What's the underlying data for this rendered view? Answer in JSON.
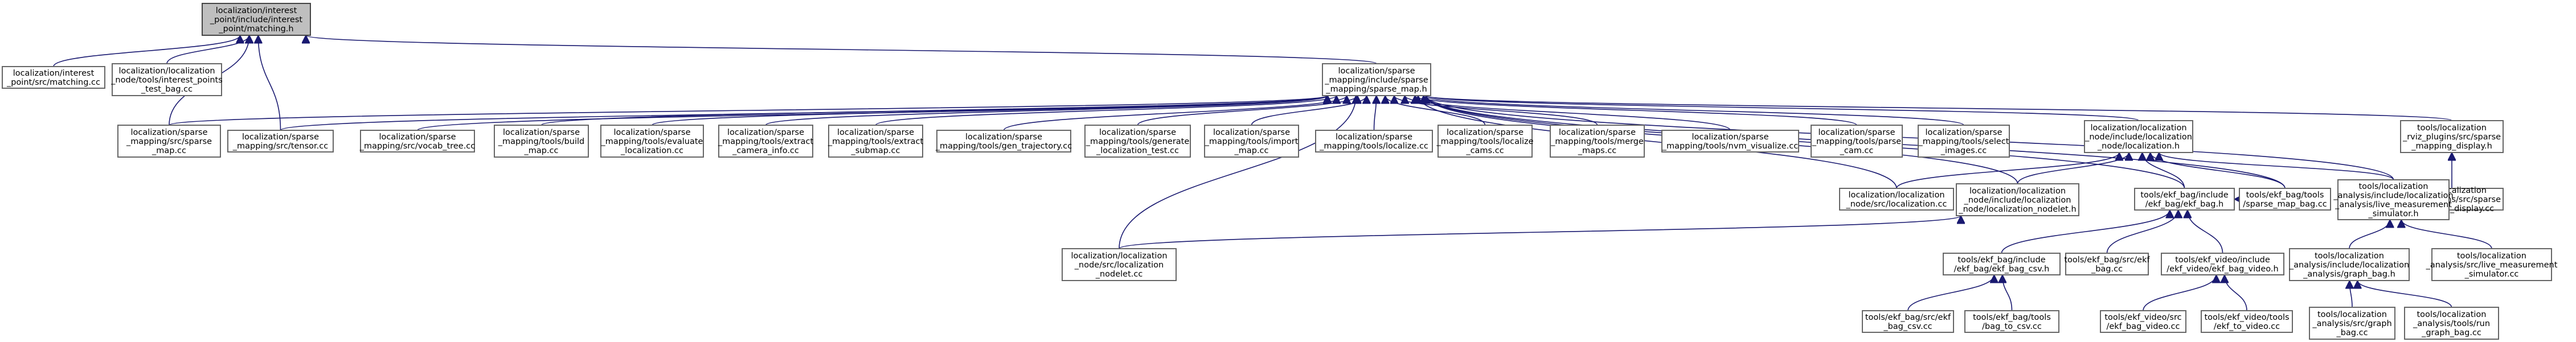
{
  "colors": {
    "edge": "#191970",
    "node_border": "#666666",
    "root_fill": "#bfbfbf",
    "node_fill": "#ffffff"
  },
  "nodes": [
    {
      "id": "root",
      "lines": [
        "localization/interest",
        "_point/include/interest",
        "_point/matching.h"
      ]
    },
    {
      "id": "ip_matching",
      "lines": [
        "localization/interest",
        "_point/src/matching.cc"
      ]
    },
    {
      "id": "ip_test_bag",
      "lines": [
        "localization/localization",
        "_node/tools/interest_points",
        "_test_bag.cc"
      ]
    },
    {
      "id": "sparse_map_h",
      "lines": [
        "localization/sparse",
        "_mapping/include/sparse",
        "_mapping/sparse_map.h"
      ]
    },
    {
      "id": "sm_sparse_map_cc",
      "lines": [
        "localization/sparse",
        "_mapping/src/sparse",
        "_map.cc"
      ]
    },
    {
      "id": "sm_tensor",
      "lines": [
        "localization/sparse",
        "_mapping/src/tensor.cc"
      ]
    },
    {
      "id": "sm_vocab_tree",
      "lines": [
        "localization/sparse",
        "_mapping/src/vocab_tree.cc"
      ]
    },
    {
      "id": "sm_build_map",
      "lines": [
        "localization/sparse",
        "_mapping/tools/build",
        "_map.cc"
      ]
    },
    {
      "id": "sm_evaluate_loc",
      "lines": [
        "localization/sparse",
        "_mapping/tools/evaluate",
        "_localization.cc"
      ]
    },
    {
      "id": "sm_extract_cam",
      "lines": [
        "localization/sparse",
        "_mapping/tools/extract",
        "_camera_info.cc"
      ]
    },
    {
      "id": "sm_extract_submap",
      "lines": [
        "localization/sparse",
        "_mapping/tools/extract",
        "_submap.cc"
      ]
    },
    {
      "id": "sm_gen_traj",
      "lines": [
        "localization/sparse",
        "_mapping/tools/gen_trajectory.cc"
      ]
    },
    {
      "id": "sm_gen_loc_test",
      "lines": [
        "localization/sparse",
        "_mapping/tools/generate",
        "_localization_test.cc"
      ]
    },
    {
      "id": "sm_import_map",
      "lines": [
        "localization/sparse",
        "_mapping/tools/import",
        "_map.cc"
      ]
    },
    {
      "id": "sm_localize",
      "lines": [
        "localization/sparse",
        "_mapping/tools/localize.cc"
      ]
    },
    {
      "id": "sm_localize_cams",
      "lines": [
        "localization/sparse",
        "_mapping/tools/localize",
        "_cams.cc"
      ]
    },
    {
      "id": "sm_merge_maps",
      "lines": [
        "localization/sparse",
        "_mapping/tools/merge",
        "_maps.cc"
      ]
    },
    {
      "id": "sm_nvm_visualize",
      "lines": [
        "localization/sparse",
        "_mapping/tools/nvm_visualize.cc"
      ]
    },
    {
      "id": "sm_parse_cam",
      "lines": [
        "localization/sparse",
        "_mapping/tools/parse",
        "_cam.cc"
      ]
    },
    {
      "id": "sm_select_images",
      "lines": [
        "localization/sparse",
        "_mapping/tools/select",
        "_images.cc"
      ]
    },
    {
      "id": "ln_localization_h",
      "lines": [
        "localization/localization",
        "_node/include/localization",
        "_node/localization.h"
      ]
    },
    {
      "id": "rviz_display_h",
      "lines": [
        "tools/localization",
        "_rviz_plugins/src/sparse",
        "_mapping_display.h"
      ]
    },
    {
      "id": "rviz_display_cc",
      "lines": [
        "tools/localization",
        "_rviz_plugins/src/sparse",
        "_mapping_display.cc"
      ]
    },
    {
      "id": "ln_localization_cc",
      "lines": [
        "localization/localization",
        "_node/src/localization.cc"
      ]
    },
    {
      "id": "ln_nodelet_h",
      "lines": [
        "localization/localization",
        "_node/include/localization",
        "_node/localization_nodelet.h"
      ]
    },
    {
      "id": "ekf_bag_h",
      "lines": [
        "tools/ekf_bag/include",
        "/ekf_bag/ekf_bag.h"
      ]
    },
    {
      "id": "sparse_map_bag",
      "lines": [
        "tools/ekf_bag/tools",
        "/sparse_map_bag.cc"
      ]
    },
    {
      "id": "live_sim_h",
      "lines": [
        "tools/localization",
        "_analysis/include/localization",
        "_analysis/live_measurement",
        "_simulator.h"
      ]
    },
    {
      "id": "ln_nodelet_cc",
      "lines": [
        "localization/localization",
        "_node/src/localization",
        "_nodelet.cc"
      ]
    },
    {
      "id": "ekf_bag_csv_h",
      "lines": [
        "tools/ekf_bag/include",
        "/ekf_bag/ekf_bag_csv.h"
      ]
    },
    {
      "id": "ekf_bag_cc",
      "lines": [
        "tools/ekf_bag/src/ekf",
        "_bag.cc"
      ]
    },
    {
      "id": "ekf_video_h",
      "lines": [
        "tools/ekf_video/include",
        "/ekf_video/ekf_bag_video.h"
      ]
    },
    {
      "id": "graph_bag_h",
      "lines": [
        "tools/localization",
        "_analysis/include/localization",
        "_analysis/graph_bag.h"
      ]
    },
    {
      "id": "live_sim_cc",
      "lines": [
        "tools/localization",
        "_analysis/src/live_measurement",
        "_simulator.cc"
      ]
    },
    {
      "id": "ekf_bag_csv_cc",
      "lines": [
        "tools/ekf_bag/src/ekf",
        "_bag_csv.cc"
      ]
    },
    {
      "id": "bag_to_csv",
      "lines": [
        "tools/ekf_bag/tools",
        "/bag_to_csv.cc"
      ]
    },
    {
      "id": "ekf_bag_video_cc",
      "lines": [
        "tools/ekf_video/src",
        "/ekf_bag_video.cc"
      ]
    },
    {
      "id": "ekf_to_video",
      "lines": [
        "tools/ekf_video/tools",
        "/ekf_to_video.cc"
      ]
    },
    {
      "id": "graph_bag_cc",
      "lines": [
        "tools/localization",
        "_analysis/src/graph",
        "_bag.cc"
      ]
    },
    {
      "id": "run_graph_bag",
      "lines": [
        "tools/localization",
        "_analysis/tools/run",
        "_graph_bag.cc"
      ]
    }
  ],
  "edges": [
    [
      "root",
      "ip_matching"
    ],
    [
      "root",
      "ip_test_bag"
    ],
    [
      "root",
      "sparse_map_h"
    ],
    [
      "root",
      "sm_sparse_map_cc"
    ],
    [
      "root",
      "sm_tensor"
    ],
    [
      "sparse_map_h",
      "sm_sparse_map_cc"
    ],
    [
      "sparse_map_h",
      "sm_tensor"
    ],
    [
      "sparse_map_h",
      "sm_vocab_tree"
    ],
    [
      "sparse_map_h",
      "sm_build_map"
    ],
    [
      "sparse_map_h",
      "sm_evaluate_loc"
    ],
    [
      "sparse_map_h",
      "sm_extract_cam"
    ],
    [
      "sparse_map_h",
      "sm_extract_submap"
    ],
    [
      "sparse_map_h",
      "sm_gen_traj"
    ],
    [
      "sparse_map_h",
      "sm_gen_loc_test"
    ],
    [
      "sparse_map_h",
      "sm_import_map"
    ],
    [
      "sparse_map_h",
      "sm_localize"
    ],
    [
      "sparse_map_h",
      "sm_localize_cams"
    ],
    [
      "sparse_map_h",
      "sm_merge_maps"
    ],
    [
      "sparse_map_h",
      "sm_nvm_visualize"
    ],
    [
      "sparse_map_h",
      "sm_parse_cam"
    ],
    [
      "sparse_map_h",
      "sm_select_images"
    ],
    [
      "sparse_map_h",
      "ln_localization_h"
    ],
    [
      "sparse_map_h",
      "rviz_display_h"
    ],
    [
      "sparse_map_h",
      "ln_localization_cc"
    ],
    [
      "sparse_map_h",
      "ln_nodelet_h"
    ],
    [
      "sparse_map_h",
      "ekf_bag_h"
    ],
    [
      "sparse_map_h",
      "sparse_map_bag"
    ],
    [
      "sparse_map_h",
      "live_sim_h"
    ],
    [
      "sparse_map_h",
      "ln_nodelet_cc"
    ],
    [
      "ln_localization_h",
      "ln_localization_cc"
    ],
    [
      "ln_localization_h",
      "ln_nodelet_h"
    ],
    [
      "ln_localization_h",
      "ekf_bag_h"
    ],
    [
      "ln_localization_h",
      "sparse_map_bag"
    ],
    [
      "ln_localization_h",
      "live_sim_h"
    ],
    [
      "rviz_display_h",
      "rviz_display_cc"
    ],
    [
      "ln_nodelet_h",
      "ln_nodelet_cc"
    ],
    [
      "ekf_bag_h",
      "ekf_bag_csv_h"
    ],
    [
      "ekf_bag_h",
      "ekf_bag_cc"
    ],
    [
      "ekf_bag_h",
      "ekf_video_h"
    ],
    [
      "ekf_bag_h",
      "sparse_map_bag"
    ],
    [
      "live_sim_h",
      "graph_bag_h"
    ],
    [
      "live_sim_h",
      "live_sim_cc"
    ],
    [
      "ekf_bag_csv_h",
      "ekf_bag_csv_cc"
    ],
    [
      "ekf_bag_csv_h",
      "bag_to_csv"
    ],
    [
      "ekf_video_h",
      "ekf_bag_video_cc"
    ],
    [
      "ekf_video_h",
      "ekf_to_video"
    ],
    [
      "graph_bag_h",
      "graph_bag_cc"
    ],
    [
      "graph_bag_h",
      "run_graph_bag"
    ]
  ]
}
